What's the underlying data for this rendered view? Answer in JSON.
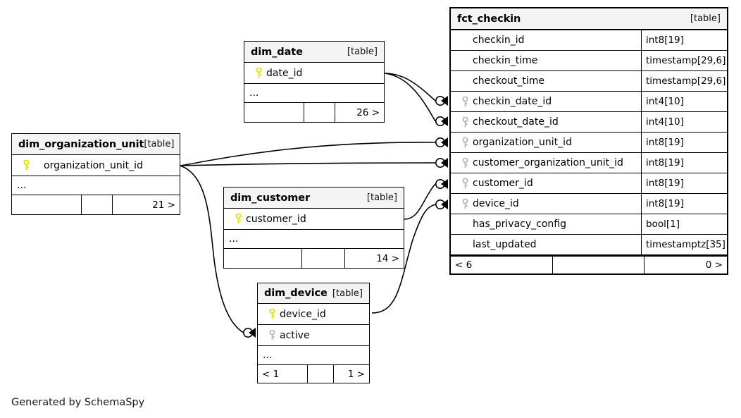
{
  "meta": {
    "generated_by": "Generated by SchemaSpy",
    "table_tag": "[table]",
    "ellipsis": "...",
    "pk_color": "#e8e000",
    "fk_color": "#b4b4b4",
    "header_bg": "#f4f4f4",
    "border_color": "#000000"
  },
  "tables": {
    "fct_checkin": {
      "name": "fct_checkin",
      "tag": "[table]",
      "columns": [
        {
          "key": "none",
          "name": "checkin_id",
          "type": "int8[19]"
        },
        {
          "key": "none",
          "name": "checkin_time",
          "type": "timestamp[29,6]"
        },
        {
          "key": "none",
          "name": "checkout_time",
          "type": "timestamp[29,6]"
        },
        {
          "key": "fk",
          "name": "checkin_date_id",
          "type": "int4[10]"
        },
        {
          "key": "fk",
          "name": "checkout_date_id",
          "type": "int4[10]"
        },
        {
          "key": "fk",
          "name": "organization_unit_id",
          "type": "int8[19]"
        },
        {
          "key": "fk",
          "name": "customer_organization_unit_id",
          "type": "int8[19]"
        },
        {
          "key": "fk",
          "name": "customer_id",
          "type": "int8[19]"
        },
        {
          "key": "fk",
          "name": "device_id",
          "type": "int8[19]"
        },
        {
          "key": "none",
          "name": "has_privacy_config",
          "type": "bool[1]"
        },
        {
          "key": "none",
          "name": "last_updated",
          "type": "timestamptz[35]"
        }
      ],
      "footer": {
        "left": "< 6",
        "middle": "",
        "right": "0 >"
      }
    },
    "dim_date": {
      "name": "dim_date",
      "tag": "[table]",
      "columns": [
        {
          "key": "pk",
          "name": "date_id",
          "type": ""
        }
      ],
      "ellipsis": "...",
      "footer": {
        "left": "",
        "middle": "",
        "right": "26 >"
      }
    },
    "dim_organization_unit": {
      "name": "dim_organization_unit",
      "tag": "[table]",
      "columns": [
        {
          "key": "pk",
          "name": "organization_unit_id",
          "type": ""
        }
      ],
      "ellipsis": "...",
      "footer": {
        "left": "",
        "middle": "",
        "right": "21 >"
      }
    },
    "dim_customer": {
      "name": "dim_customer",
      "tag": "[table]",
      "columns": [
        {
          "key": "pk",
          "name": "customer_id",
          "type": ""
        }
      ],
      "ellipsis": "...",
      "footer": {
        "left": "",
        "middle": "",
        "right": "14 >"
      }
    },
    "dim_device": {
      "name": "dim_device",
      "tag": "[table]",
      "columns": [
        {
          "key": "pk",
          "name": "device_id",
          "type": ""
        },
        {
          "key": "fk",
          "name": "active",
          "type": ""
        }
      ],
      "ellipsis": "...",
      "footer": {
        "left": "< 1",
        "middle": "",
        "right": "1 >"
      }
    }
  },
  "relationships": [
    {
      "from": "dim_date.date_id",
      "to": "fct_checkin.checkin_date_id"
    },
    {
      "from": "dim_date.date_id",
      "to": "fct_checkin.checkout_date_id"
    },
    {
      "from": "dim_organization_unit.organization_unit_id",
      "to": "fct_checkin.organization_unit_id"
    },
    {
      "from": "dim_organization_unit.organization_unit_id",
      "to": "fct_checkin.customer_organization_unit_id"
    },
    {
      "from": "dim_organization_unit.organization_unit_id",
      "to": "dim_device.active"
    },
    {
      "from": "dim_customer.customer_id",
      "to": "fct_checkin.customer_id"
    },
    {
      "from": "dim_device.device_id",
      "to": "fct_checkin.device_id"
    }
  ]
}
